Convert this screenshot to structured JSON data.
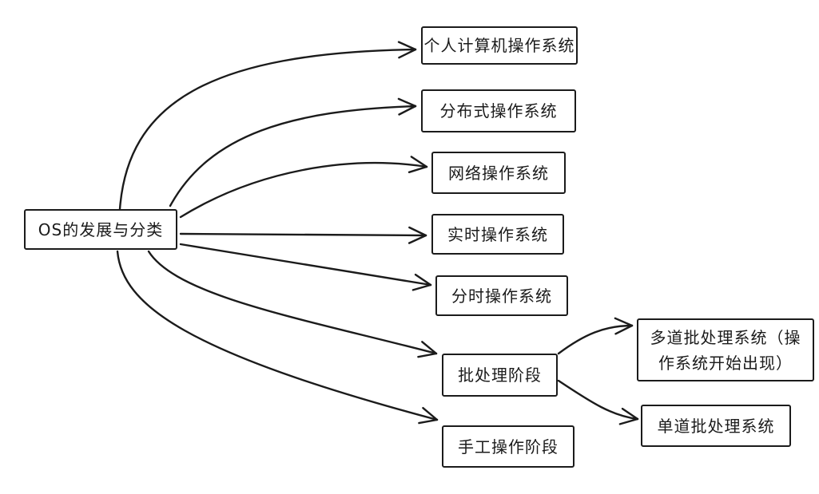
{
  "diagram": {
    "title": "OS的发展与分类",
    "colors": {
      "stroke": "#1b1b1b",
      "background": "#ffffff"
    },
    "nodes": {
      "root": {
        "label": "OS的发展与分类"
      },
      "pc": {
        "label": "个人计算机操作系统"
      },
      "distributed": {
        "label": "分布式操作系统"
      },
      "network": {
        "label": "网络操作系统"
      },
      "realtime": {
        "label": "实时操作系统"
      },
      "timesharing": {
        "label": "分时操作系统"
      },
      "batch": {
        "label": "批处理阶段"
      },
      "manual": {
        "label": "手工操作阶段"
      },
      "multibatch": {
        "label": "多道批处理系统（操作系统开始出现）"
      },
      "singlebatch": {
        "label": "单道批处理系统"
      }
    },
    "edges": [
      {
        "from": "root",
        "to": "pc"
      },
      {
        "from": "root",
        "to": "distributed"
      },
      {
        "from": "root",
        "to": "network"
      },
      {
        "from": "root",
        "to": "realtime"
      },
      {
        "from": "root",
        "to": "timesharing"
      },
      {
        "from": "root",
        "to": "batch"
      },
      {
        "from": "root",
        "to": "manual"
      },
      {
        "from": "batch",
        "to": "multibatch"
      },
      {
        "from": "batch",
        "to": "singlebatch"
      }
    ]
  }
}
